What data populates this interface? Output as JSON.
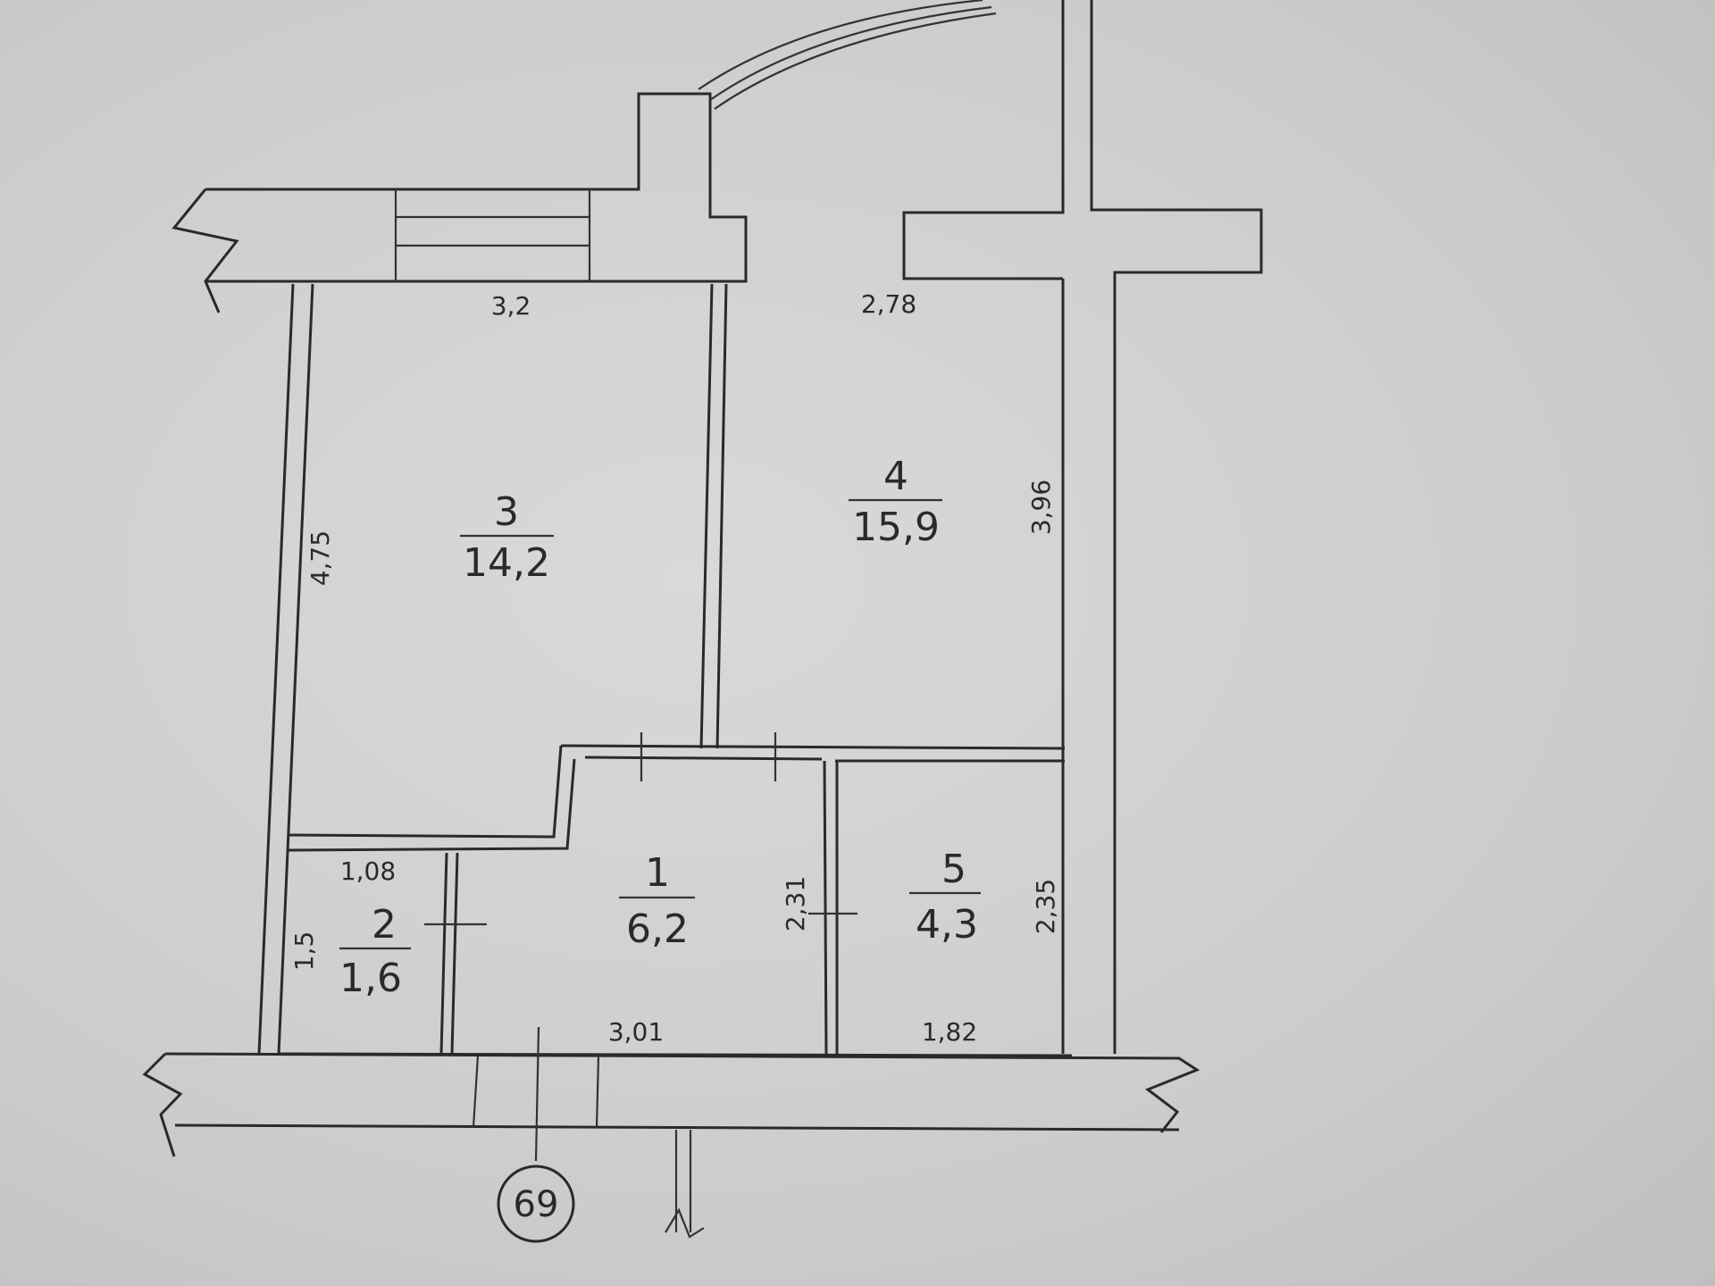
{
  "rooms": [
    {
      "id": "r1",
      "number": "1",
      "area": "6,2"
    },
    {
      "id": "r2",
      "number": "2",
      "area": "1,6"
    },
    {
      "id": "r3",
      "number": "3",
      "area": "14,2"
    },
    {
      "id": "r4",
      "number": "4",
      "area": "15,9"
    },
    {
      "id": "r5",
      "number": "5",
      "area": "4,3"
    }
  ],
  "dimensions": {
    "r3_width": "3,2",
    "r4_width": "2,78",
    "r3_height": "4,75",
    "r4_height": "3,96",
    "r2_width": "1,08",
    "r2_height": "1,5",
    "r1_height": "2,31",
    "r5_height": "2,35",
    "r1_width": "3,01",
    "r5_width": "1,82"
  },
  "axis_marker": "69"
}
